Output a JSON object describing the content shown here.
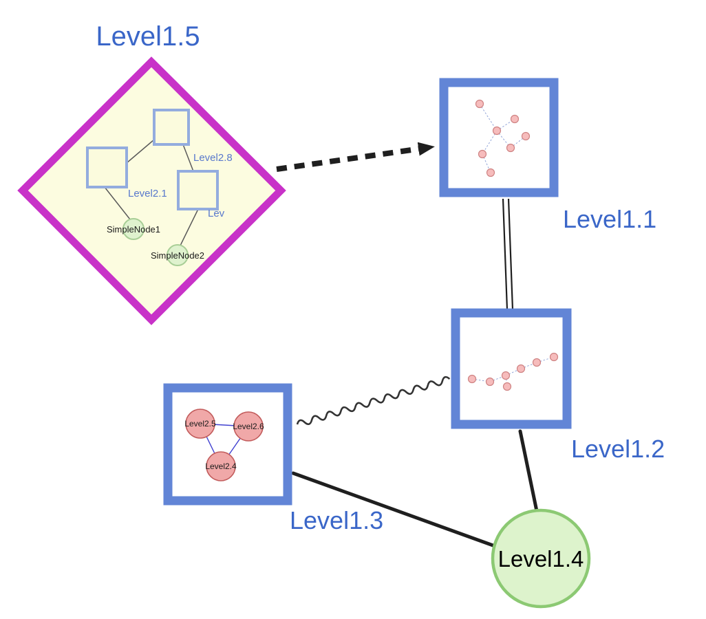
{
  "diagram_type": "nested-graph",
  "nodes": {
    "level15": {
      "label": "Level1.5",
      "shape": "diamond",
      "border_color": "#C832C8",
      "fill": "#FCFCE0"
    },
    "level11": {
      "label": "Level1.1",
      "shape": "square",
      "border_color": "#6285D6",
      "fill": "#FFFFFF"
    },
    "level12": {
      "label": "Level1.2",
      "shape": "square",
      "border_color": "#6285D6",
      "fill": "#FFFFFF"
    },
    "level13": {
      "label": "Level1.3",
      "shape": "square",
      "border_color": "#6285D6",
      "fill": "#FFFFFF"
    },
    "level14": {
      "label": "Level1.4",
      "shape": "circle",
      "border_color": "#8CC973",
      "fill": "#DDF3CC"
    }
  },
  "edges": [
    {
      "from": "Level1.5",
      "to": "Level1.1",
      "style": "bold-dashed-arrow"
    },
    {
      "from": "Level1.1",
      "to": "Level1.2",
      "style": "double-line"
    },
    {
      "from": "Level1.2",
      "to": "Level1.3",
      "style": "wavy"
    },
    {
      "from": "Level1.3",
      "to": "Level1.4",
      "style": "solid"
    },
    {
      "from": "Level1.2",
      "to": "Level1.4",
      "style": "solid"
    }
  ],
  "level15_contents": {
    "square_labels": {
      "level28": "Level2.8",
      "level21": "Level2.1",
      "lev": "Lev"
    },
    "simple_nodes": {
      "node1": "SimpleNode1",
      "node2": "SimpleNode2"
    }
  },
  "level13_contents": {
    "level25": "Level2.5",
    "level26": "Level2.6",
    "level24": "Level2.4"
  },
  "colors": {
    "label_blue": "#3A66C8",
    "inner_label_blue": "#5878CC",
    "diamond_border": "#C832C8",
    "diamond_fill": "#FCFCE0",
    "square_border": "#6285D6",
    "inner_square_border": "#93ACDE",
    "green_fill": "#DDF3CC",
    "green_border": "#8CC973",
    "pink_fill": "#F2A8A8",
    "pink_border": "#C66A6A",
    "edge_black": "#1f1f1f"
  }
}
